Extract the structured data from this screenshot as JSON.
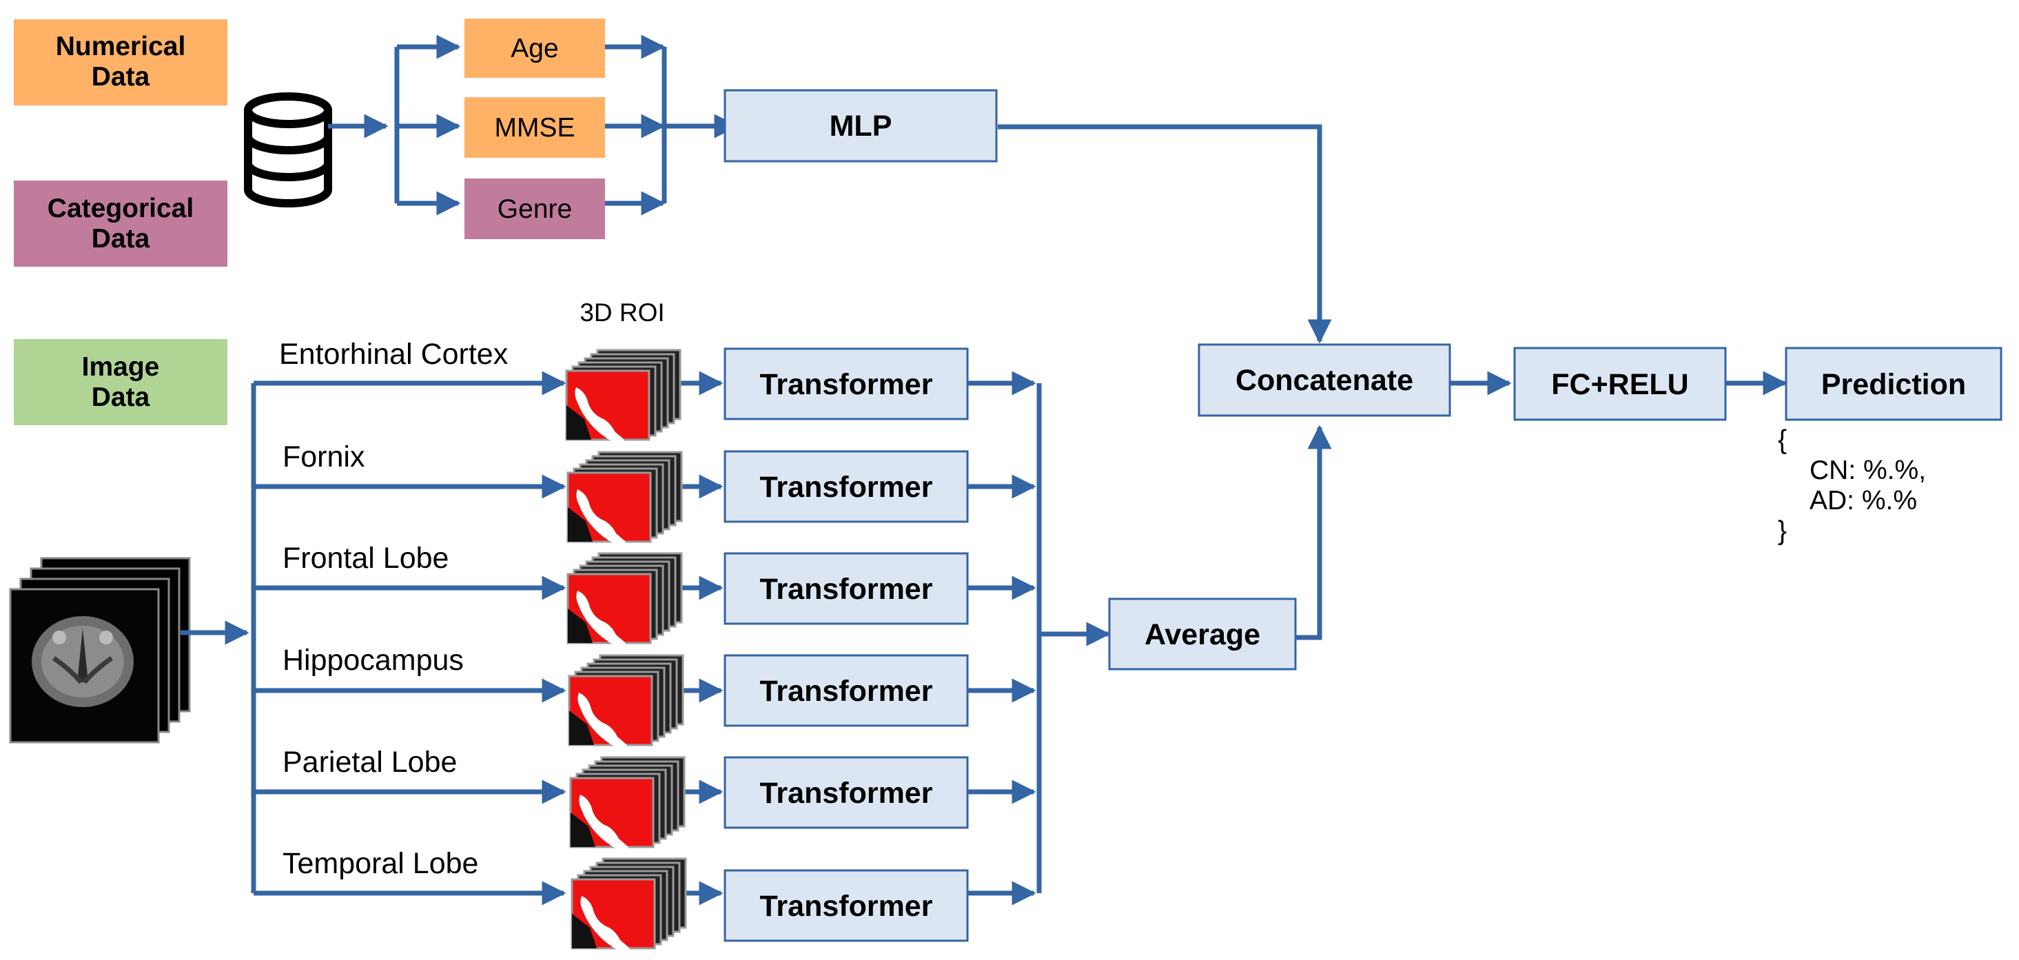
{
  "legend": {
    "numerical": {
      "line1": "Numerical",
      "line2": "Data",
      "color": "#FFB266"
    },
    "categorical": {
      "line1": "Categorical",
      "line2": "Data",
      "color": "#C17C9C"
    },
    "image": {
      "line1": "Image",
      "line2": "Data",
      "color": "#B0D494"
    }
  },
  "tabular": {
    "database_icon": "database-icon",
    "features": [
      "Age",
      "MMSE",
      "Genre"
    ],
    "mlp_label": "MLP"
  },
  "imaging": {
    "mri_icon": "brain-mri-stack-icon",
    "roi_header": "3D ROI",
    "regions": [
      {
        "name": "Entorhinal Cortex",
        "transformer": "Transformer"
      },
      {
        "name": "Fornix",
        "transformer": "Transformer"
      },
      {
        "name": "Frontal Lobe",
        "transformer": "Transformer"
      },
      {
        "name": "Hippocampus",
        "transformer": "Transformer"
      },
      {
        "name": "Parietal Lobe",
        "transformer": "Transformer"
      },
      {
        "name": "Temporal Lobe",
        "transformer": "Transformer"
      }
    ],
    "average_label": "Average"
  },
  "fusion": {
    "concatenate_label": "Concatenate",
    "fc_label": "FC+RELU",
    "prediction_label": "Prediction"
  },
  "output": {
    "open": "{",
    "cn": "CN: %.%,",
    "ad": "AD: %.%",
    "close": "}"
  },
  "colors": {
    "arrow": "#3465A4",
    "box_fill": "#DCE6F2",
    "box_stroke": "#3465A4",
    "roi_red": "#EE1111"
  }
}
